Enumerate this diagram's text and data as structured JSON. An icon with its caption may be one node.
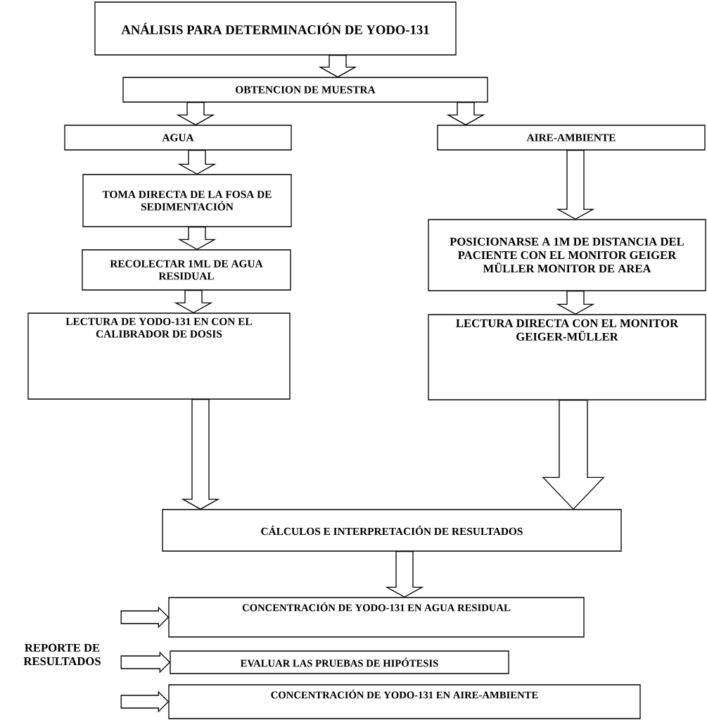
{
  "diagram": {
    "nodes": [
      {
        "text": [
          "ANÁLISIS PARA DETERMINACIÓN DE YODO-131"
        ]
      },
      {
        "text": [
          "OBTENCION DE MUESTRA"
        ]
      },
      {
        "text": [
          "AGUA"
        ]
      },
      {
        "text": [
          "AIRE-AMBIENTE"
        ]
      },
      {
        "text": [
          "TOMA DIRECTA DE LA FOSA DE SEDIMENTACIÓN"
        ]
      },
      {
        "text": [
          "POSICIONARSE A 1M DE DISTANCIA DEL PACIENTE CON EL MONITOR GEIGER MÜLLER MONITOR DE AREA"
        ]
      },
      {
        "text": [
          "RECOLECTAR 1ML DE AGUA RESIDUAL"
        ]
      },
      {
        "text": [
          "LECTURA DIRECTA CON EL MONITOR GEIGER-MÜLLER"
        ]
      },
      {
        "text": [
          "LECTURA DE YODO-131 EN CON EL CALIBRADOR DE DOSIS"
        ]
      },
      {
        "text": [
          "CÁLCULOS E INTERPRETACIÓN DE RESULTADOS"
        ]
      },
      {
        "text": [
          "CONCENTRACIÓN DE YODO-131 EN AGUA RESIDUAL"
        ]
      },
      {
        "text": [
          "EVALUAR LAS PRUEBAS DE HIPÓTESIS"
        ]
      },
      {
        "text": [
          "CONCENTRACIÓN DE YODO-131 EN AIRE-AMBIENTE"
        ]
      },
      {
        "text": [
          "REPORTE DE RESULTADOS"
        ]
      }
    ],
    "edges": [
      {
        "from": 0,
        "to": 1,
        "arrow": "to"
      },
      {
        "from": 1,
        "to": 2,
        "arrow": "to"
      },
      {
        "from": 1,
        "to": 3,
        "arrow": "to"
      },
      {
        "from": 2,
        "to": 4,
        "arrow": "to"
      },
      {
        "from": 3,
        "to": 5,
        "arrow": "to"
      },
      {
        "from": 4,
        "to": 6,
        "arrow": "to"
      },
      {
        "from": 5,
        "to": 7,
        "arrow": "to"
      },
      {
        "from": 6,
        "to": 8,
        "arrow": "to"
      },
      {
        "from": 8,
        "to": 9,
        "arrow": "to"
      },
      {
        "from": 7,
        "to": 9,
        "arrow": "to"
      },
      {
        "from": 9,
        "to": 10,
        "arrow": "to"
      },
      {
        "from": 13,
        "to": 10,
        "arrow": "to"
      },
      {
        "from": 13,
        "to": 11,
        "arrow": "to"
      },
      {
        "from": 13,
        "to": 12,
        "arrow": "to"
      }
    ]
  }
}
